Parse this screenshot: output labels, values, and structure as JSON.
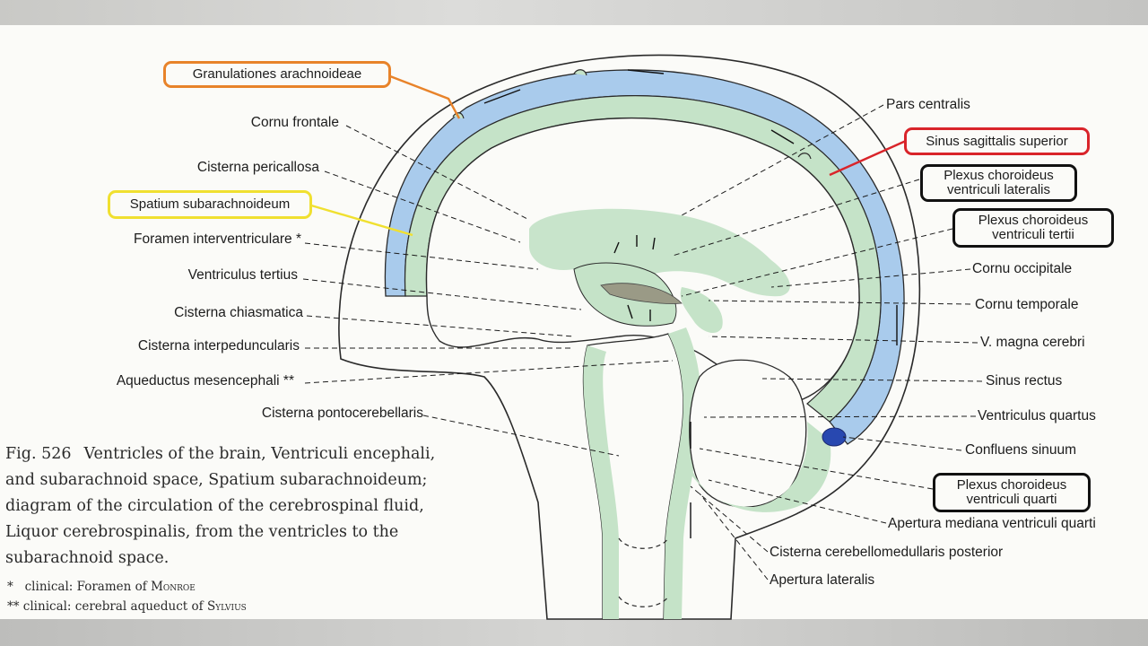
{
  "labels_left": [
    {
      "id": "cornu-frontale",
      "text": "Cornu frontale"
    },
    {
      "id": "cisterna-pericallosa",
      "text": "Cisterna pericallosa"
    },
    {
      "id": "foramen-interventriculare",
      "text": "Foramen interventriculare *"
    },
    {
      "id": "ventriculus-tertius",
      "text": "Ventriculus tertius"
    },
    {
      "id": "cisterna-chiasmatica",
      "text": "Cisterna chiasmatica"
    },
    {
      "id": "cisterna-interpeduncularis",
      "text": "Cisterna interpeduncularis"
    },
    {
      "id": "aqueductus-mesencephali",
      "text": "Aqueductus mesencephali **"
    },
    {
      "id": "cisterna-pontocerebellaris",
      "text": "Cisterna pontocerebellaris"
    }
  ],
  "labels_right": [
    {
      "id": "pars-centralis",
      "text": "Pars centralis"
    },
    {
      "id": "cornu-occipitale",
      "text": "Cornu occipitale"
    },
    {
      "id": "cornu-temporale",
      "text": "Cornu temporale"
    },
    {
      "id": "v-magna-cerebri",
      "text": "V. magna cerebri"
    },
    {
      "id": "sinus-rectus",
      "text": "Sinus rectus"
    },
    {
      "id": "ventriculus-quartus",
      "text": "Ventriculus quartus"
    },
    {
      "id": "confluens-sinuum",
      "text": "Confluens sinuum"
    },
    {
      "id": "apertura-mediana",
      "text": "Apertura mediana ventriculi quarti"
    },
    {
      "id": "cisterna-cerebellomedullaris",
      "text": "Cisterna cerebellomedullaris posterior"
    },
    {
      "id": "apertura-lateralis",
      "text": "Apertura lateralis"
    }
  ],
  "boxes": {
    "granulationes": {
      "text": "Granulationes arachnoideae",
      "color": "#e8832a"
    },
    "spatium": {
      "text": "Spatium subarachnoideum",
      "color": "#f0e030"
    },
    "sinus_sagittalis": {
      "text": "Sinus sagittalis superior",
      "color": "#d9242a"
    },
    "plexus_lateralis": {
      "line1": "Plexus choroideus",
      "line2": "ventriculi lateralis",
      "color": "#111111"
    },
    "plexus_tertii": {
      "line1": "Plexus choroideus",
      "line2": "ventriculi tertii",
      "color": "#111111"
    },
    "plexus_quarti": {
      "line1": "Plexus choroideus",
      "line2": "ventriculi quarti",
      "color": "#111111"
    }
  },
  "caption": {
    "fig": "Fig. 526",
    "text": "Ventricles of the brain, Ventriculi encephali, and subarachnoid space, Spatium subarachnoideum; diagram of the circulation of the cerebrospinal fluid, Liquor cerebrospinalis, from the ventricles to the subarachnoid space.",
    "note1_mark": "*",
    "note1_text": "clinical: Foramen of",
    "note1_name": "Monroe",
    "note2_mark": "**",
    "note2_text": "clinical: cerebral aqueduct of",
    "note2_name": "Sylvius"
  },
  "colors": {
    "csf_green": "#c5e3c8",
    "sinus_blue": "#a9cbec",
    "outline": "#2a2a2a"
  }
}
